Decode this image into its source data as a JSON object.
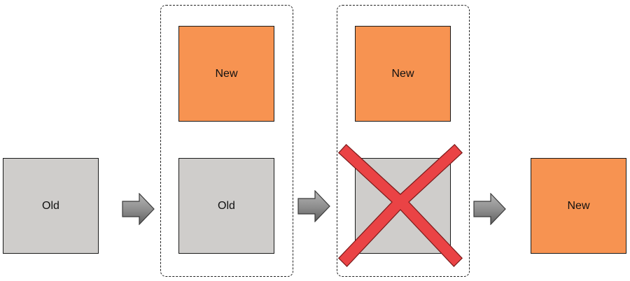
{
  "stage_1": {
    "old_label": "Old"
  },
  "stage_2": {
    "new_label": "New",
    "old_label": "Old"
  },
  "stage_3": {
    "new_label": "New",
    "old_label": ""
  },
  "stage_4": {
    "new_label": "New"
  },
  "colors": {
    "old_fill": "#cfcdcb",
    "new_fill": "#f79351",
    "cross": "#ea4345",
    "arrow_fill": "#8a8a8a",
    "arrow_stroke": "#3a3a3a",
    "group_border": "#222222"
  },
  "icons": {
    "arrow": "right-arrow-icon",
    "cross": "cross-out-icon"
  }
}
